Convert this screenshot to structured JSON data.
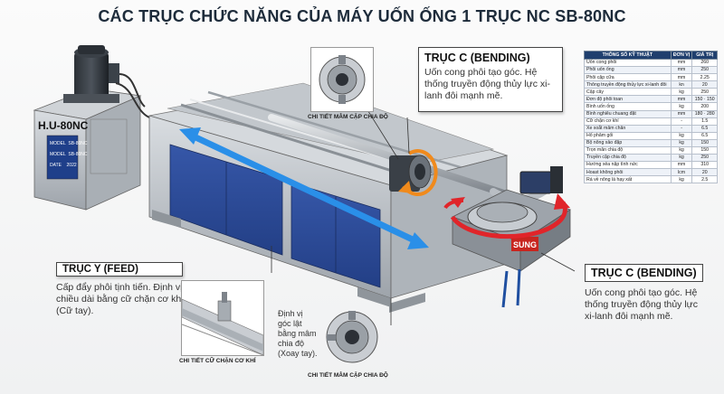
{
  "title": "CÁC TRỤC CHỨC NĂNG CỦA MÁY UỐN ỐNG 1 TRỤC NC SB-80NC",
  "tank": {
    "model": "H.U-80NC",
    "plate_lines": [
      "MODEL  SB-80NC",
      "MODEL  SB-80NC",
      "DATE    2022"
    ]
  },
  "brand": "SUNG",
  "callouts": {
    "c_top": {
      "title": "TRỤC C (BENDING)",
      "text": "Uốn cong phôi tạo góc. Hệ thống truyền động thủy lực xi-lanh đôi mạnh mẽ."
    },
    "c_bottom": {
      "title": "TRỤC C (BENDING)",
      "text": "Uốn cong phôi tạo góc. Hệ thống truyền động thủy lực xi-lanh đôi mạnh mẽ."
    },
    "y_feed": {
      "title": "TRỤC Y (FEED)",
      "text": "Cấp đẩy phôi tịnh tiến. Định vị chiều dài bằng cữ chặn cơ khí (Cữ tay)."
    },
    "b_rotate": {
      "text": "Định vị góc lật bằng mâm chia độ (Xoay tay)."
    }
  },
  "captions": {
    "chuck_top": "CHI TIẾT MÂM CẶP CHIA ĐỘ",
    "stopper": "CHI TIẾT CỮ CHẶN CƠ KHÍ",
    "chuck_bottom": "CHI TIẾT MÂM CẶP CHIA ĐỘ"
  },
  "spec_table": {
    "headers": [
      "THÔNG SỐ KỸ THUẬT",
      "ĐƠN VỊ",
      "GIÁ TRỊ"
    ],
    "rows": [
      [
        "Uốn cong phôi",
        "mm",
        "260"
      ],
      [
        "Phôi uốn ống",
        "mm",
        "250"
      ],
      [
        "Phôi cặp cữa",
        "mm",
        "2.25"
      ],
      [
        "Thông truyền động thủy lực xi-lanh đôi",
        "kn",
        "20"
      ],
      [
        "Cặp cây",
        "kg",
        "250"
      ],
      [
        "Đơn độ phôi toan",
        "mm",
        "150 · 150"
      ],
      [
        "Bình uốn ống",
        "kg",
        "200"
      ],
      [
        "Bình nghiêu chuang đặt",
        "mm",
        "180 · 280"
      ],
      [
        "Cữ chặn cơ khí",
        "-",
        "1.5"
      ],
      [
        "Xe xoắt mâm chân",
        "-",
        "6.5"
      ],
      [
        "Hố phâm gối",
        "kg",
        "6.5"
      ],
      [
        "Bộ nông xảo đặp",
        "kg",
        "150"
      ],
      [
        "Trọn mân chia độ",
        "kg",
        "150"
      ],
      [
        "Truyền cặp chia độ",
        "kg",
        "250"
      ],
      [
        "Hướng xẻa nặp tình nức",
        "mm",
        "310"
      ],
      [
        "Hoast không phôi",
        "lcm",
        "20"
      ],
      [
        "Rá về nông là hạy xất",
        "kg",
        "2.5"
      ]
    ]
  },
  "colors": {
    "title": "#1d2b3a",
    "cabinet_blue": "#2d4d9a",
    "machine_grey": "#b9bec4",
    "arrow_blue": "#2a8fe8",
    "arrow_orange": "#f08a1c",
    "arrow_red": "#e0252a",
    "table_header": "#1f3f6e"
  }
}
